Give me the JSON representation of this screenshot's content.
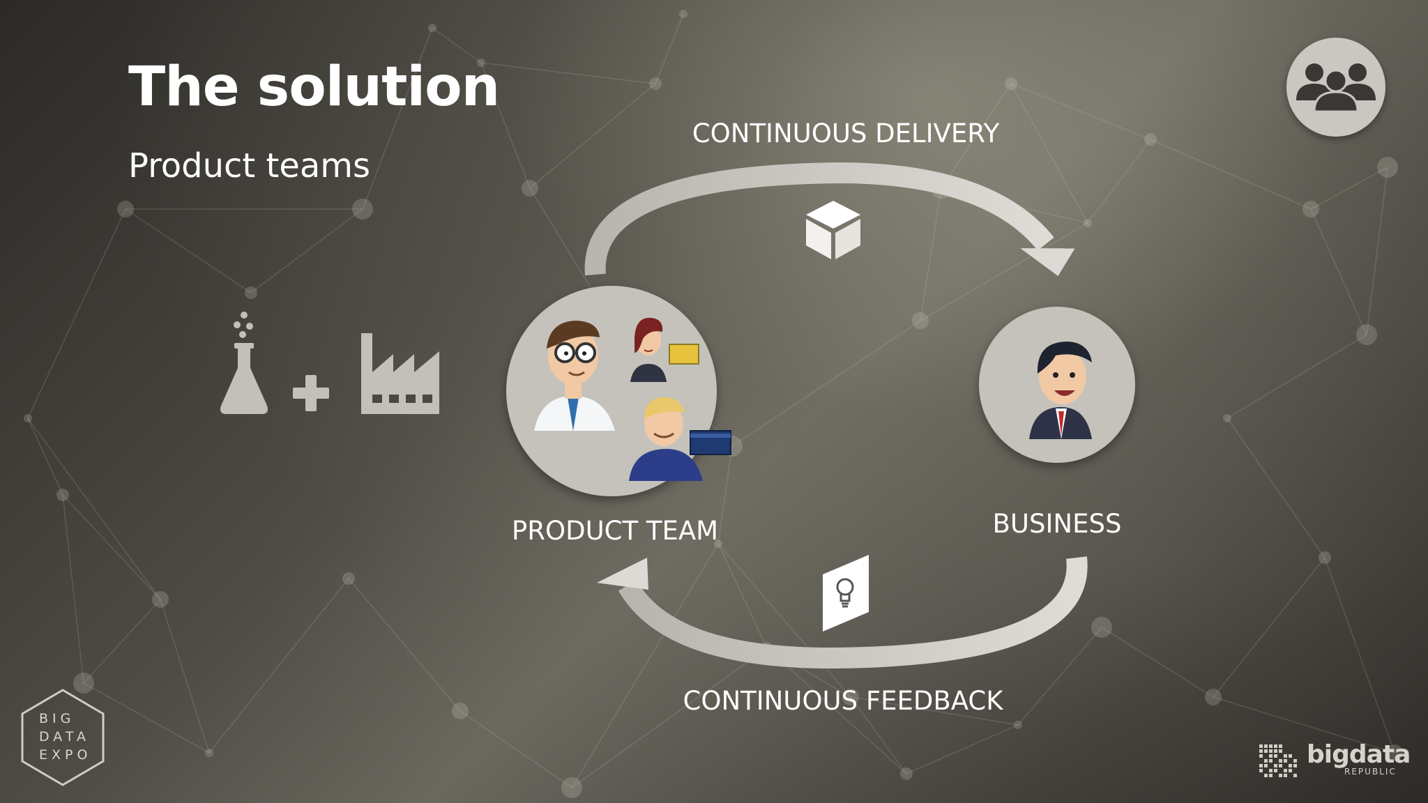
{
  "slide": {
    "title": "The solution",
    "subtitle": "Product teams"
  },
  "cycle": {
    "top_label": "CONTINUOUS DELIVERY",
    "bottom_label": "CONTINUOUS FEEDBACK",
    "left_node_label": "PRODUCT TEAM",
    "right_node_label": "BUSINESS"
  },
  "logos": {
    "bottom_left": [
      "BIG",
      "DATA",
      "EXPO"
    ],
    "bottom_right_word": "bigdata",
    "bottom_right_sub": "REPUBLIC"
  },
  "colors": {
    "arrow": "#cfcdc6",
    "icon": "#c2c0b8",
    "text": "#ffffff"
  },
  "icons": [
    "people-group-icon",
    "flask-icon",
    "plus-icon",
    "factory-icon",
    "box-icon",
    "lightbulb-icon"
  ]
}
